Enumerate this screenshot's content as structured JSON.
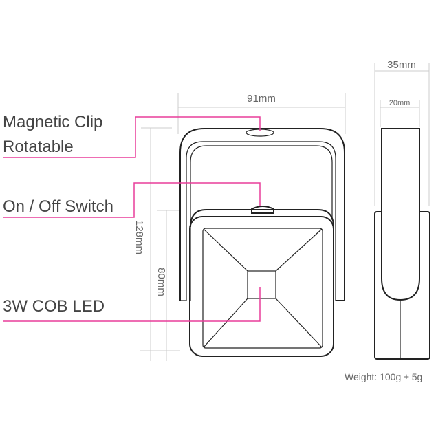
{
  "labels": {
    "magnetic_clip_line1": "Magnetic Clip",
    "magnetic_clip_line2": "Rotatable",
    "switch": "On / Off Switch",
    "led": "3W COB LED"
  },
  "dimensions": {
    "width": "91mm",
    "height_total": "128mm",
    "height_head": "80mm",
    "depth_total": "35mm",
    "depth_clip": "20mm"
  },
  "weight": "Weight: 100g ± 5g",
  "colors": {
    "callout": "#e83d9a",
    "outline": "#222222",
    "dimension": "#cccccc"
  }
}
